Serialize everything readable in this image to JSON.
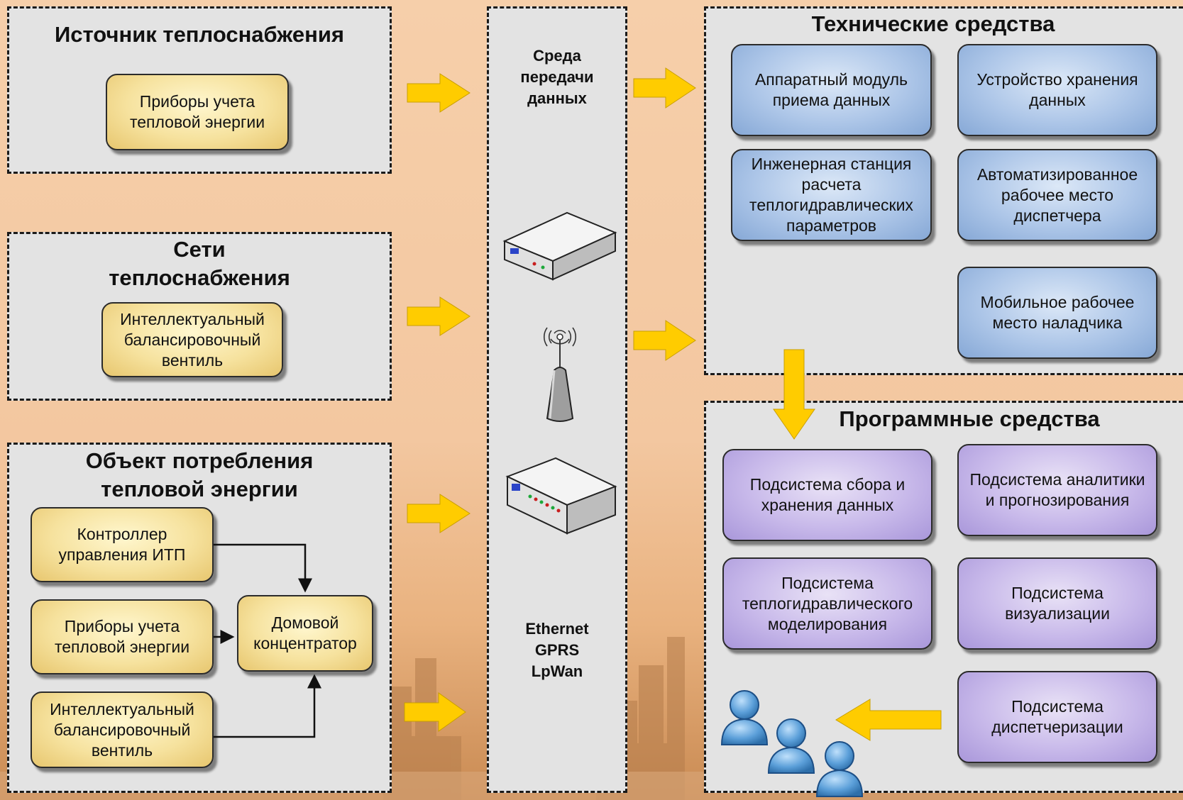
{
  "source": {
    "title": "Источник теплоснабжения",
    "meters": "Приборы учета\nтепловой энергии"
  },
  "networks": {
    "title": "Сети\nтеплоснабжения",
    "valve": "Интеллектуальный\nбалансировочный\nвентиль"
  },
  "consumer": {
    "title": "Объект потребления\nтепловой энергии",
    "controller": "Контроллер\nуправления ИТП",
    "meters": "Приборы учета\nтепловой энергии",
    "valve": "Интеллектуальный\nбалансировочный\nвентиль",
    "concentrator": "Домовой\nконцентратор"
  },
  "medium": {
    "title": "Среда\nпередачи\nданных",
    "protocols": "Ethernet\nGPRS\nLpWan",
    "icons": [
      "router-icon",
      "antenna-icon",
      "switch-icon"
    ]
  },
  "hardware": {
    "title": "Технические средства",
    "items": [
      "Аппаратный модуль\nприема данных",
      "Устройство хранения\nданных",
      "Инженерная станция\nрасчета\nтеплогидравлических\nпараметров",
      "Автоматизированное\nрабочее место\nдиспетчера",
      "Мобильное рабочее\nместо наладчика"
    ]
  },
  "software": {
    "title": "Программные средства",
    "items": [
      "Подсистема сбора и\nхранения данных",
      "Подсистема аналитики\nи прогнозирования",
      "Подсистема\nтеплогидравлического\nмоделирования",
      "Подсистема\nвизуализации",
      "Подсистема\nдиспетчеризации"
    ],
    "users_icon": "users-icon"
  },
  "colors": {
    "arrow": "#ffcc00",
    "panel": "#e3e3e3",
    "hardware_box": "#adc6e8",
    "software_box": "#c8b9ea",
    "input_box": "#f6e29e"
  }
}
